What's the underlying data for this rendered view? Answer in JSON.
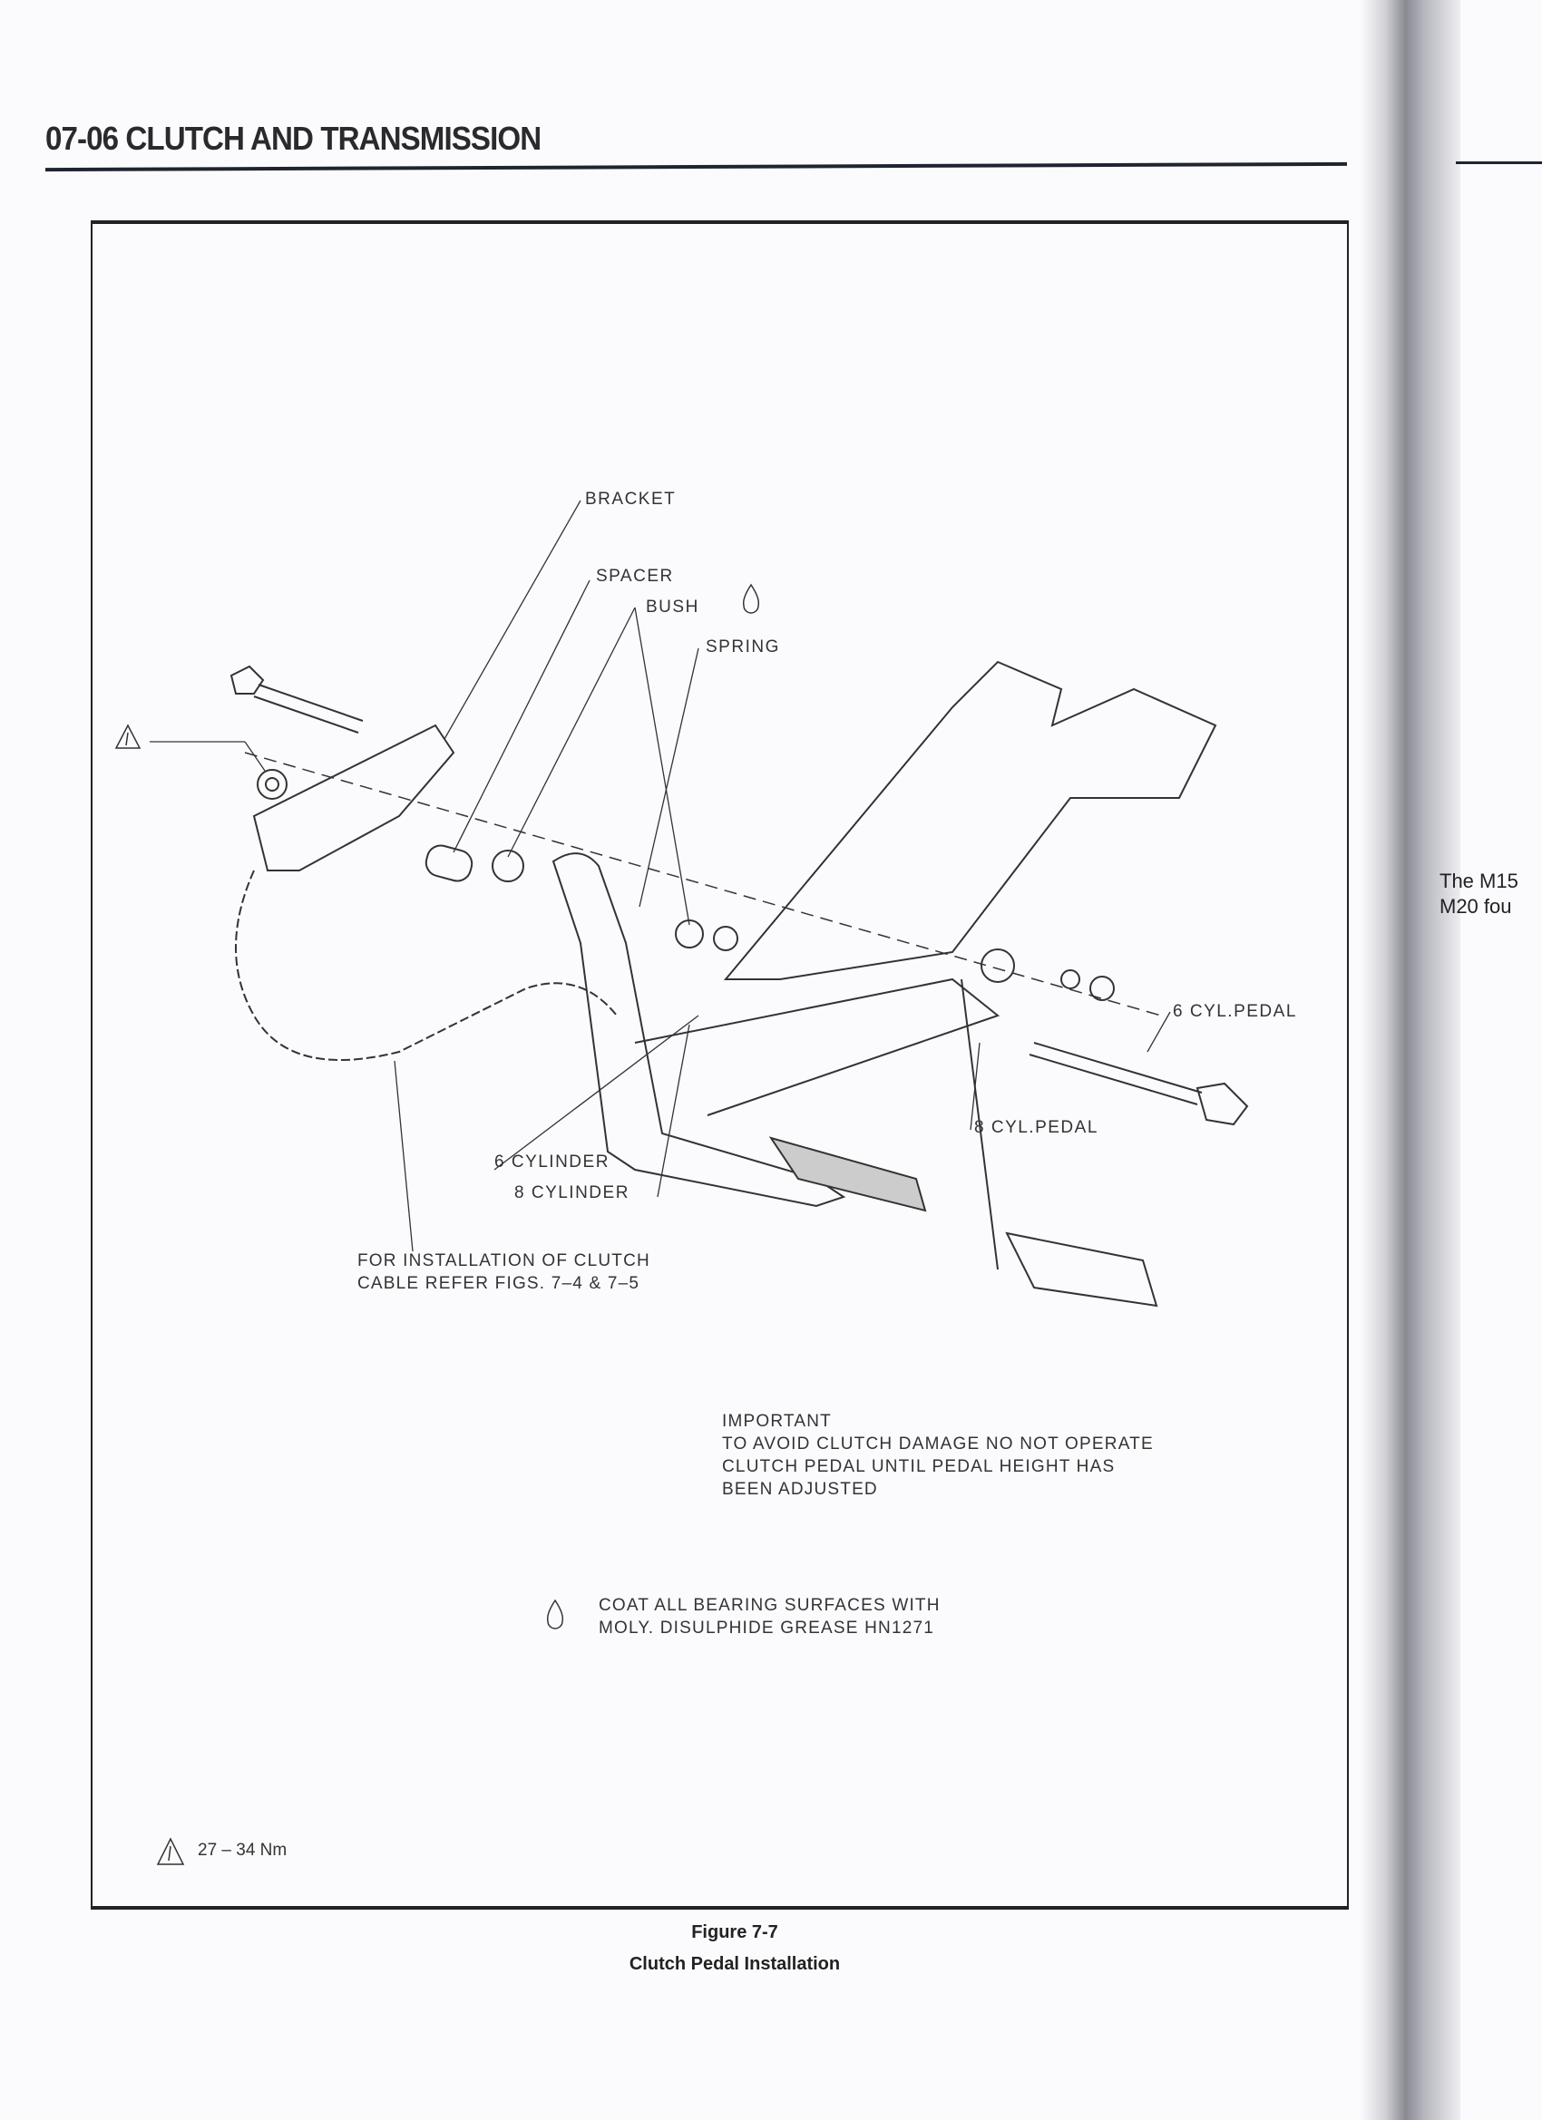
{
  "header": {
    "section_title": "07-06 CLUTCH AND TRANSMISSION"
  },
  "figure": {
    "labels": {
      "bracket": "BRACKET",
      "spacer": "SPACER",
      "bush": "BUSH",
      "spring": "SPRING",
      "six_cyl_pedal": "6 CYL.PEDAL",
      "eight_cyl_pedal": "8 CYL.PEDAL",
      "six_cylinder": "6 CYLINDER",
      "eight_cylinder": "8 CYLINDER",
      "cable_note_line1": "FOR INSTALLATION OF CLUTCH",
      "cable_note_line2": "CABLE REFER FIGS. 7–4 & 7–5"
    },
    "important": {
      "heading": "IMPORTANT",
      "line1": "TO AVOID CLUTCH DAMAGE NO NOT OPERATE",
      "line2": "CLUTCH PEDAL UNTIL PEDAL HEIGHT HAS",
      "line3": "BEEN ADJUSTED"
    },
    "grease_note": {
      "line1": "COAT ALL BEARING SURFACES WITH",
      "line2": "MOLY. DISULPHIDE GREASE HN1271"
    },
    "torque_legend": "27 – 34 Nm",
    "caption_number": "Figure 7-7",
    "caption_title": "Clutch Pedal Installation"
  },
  "facing_page": {
    "line1": "The M15",
    "line2": "M20 fou"
  }
}
